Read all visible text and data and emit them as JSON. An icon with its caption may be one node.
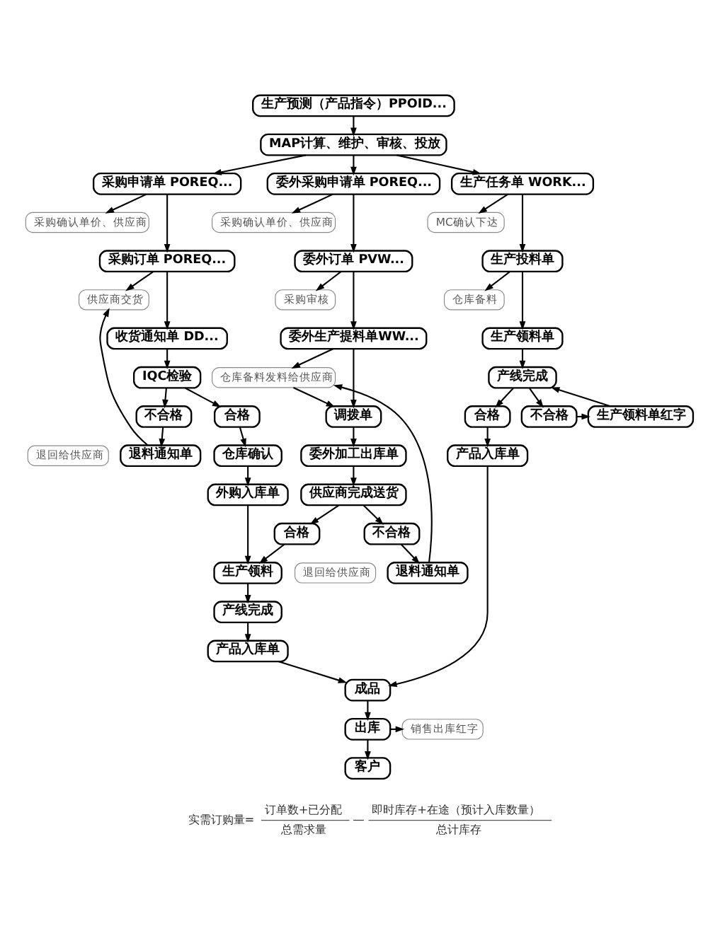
{
  "diagram": {
    "nodes": [
      {
        "text": [
          "生产预测（产品指令）PPOID..."
        ]
      },
      {
        "text": [
          "MAP计算、维护、审核、投放"
        ]
      },
      {
        "text": [
          "采购申请单 POREQ..."
        ]
      },
      {
        "text": [
          "委外采购申请单 POREQ..."
        ]
      },
      {
        "text": [
          "生产任务单 WORK..."
        ]
      },
      {
        "text": [
          "采购确认单价、供应商"
        ]
      },
      {
        "text": [
          "采购确认单价、供应商"
        ]
      },
      {
        "text": [
          "MC确认下达"
        ]
      },
      {
        "text": [
          "采购订单 POREQ..."
        ]
      },
      {
        "text": [
          "委外订单 PVW..."
        ]
      },
      {
        "text": [
          "生产投料单"
        ]
      },
      {
        "text": [
          "供应商交货"
        ]
      },
      {
        "text": [
          "采购审核"
        ]
      },
      {
        "text": [
          "仓库备料"
        ]
      },
      {
        "text": [
          "收货通知单 DD..."
        ]
      },
      {
        "text": [
          "委外生产提料单WW..."
        ]
      },
      {
        "text": [
          "生产领料单"
        ]
      },
      {
        "text": [
          "退料通知单"
        ]
      },
      {
        "text": [
          "退回给供应商"
        ]
      },
      {
        "text": [
          "仓库备料发料给供应商"
        ]
      },
      {
        "text": [
          "生产领料单红字"
        ]
      },
      {
        "text": [
          "产线完成"
        ]
      },
      {
        "text": [
          "IQC检验"
        ]
      },
      {
        "text": [
          "调拨单"
        ]
      },
      {
        "text": [
          "委外加工出库单"
        ]
      },
      {
        "text": [
          "退料通知单"
        ]
      },
      {
        "text": [
          "退回给供应商"
        ]
      },
      {
        "text": [
          "合格"
        ]
      },
      {
        "text": [
          "不合格"
        ]
      },
      {
        "text": [
          "合格"
        ]
      },
      {
        "text": [
          "不合格"
        ]
      },
      {
        "text": [
          "供应商完成送货"
        ]
      },
      {
        "text": [
          "产品入库单"
        ]
      },
      {
        "text": [
          "仓库确认"
        ]
      },
      {
        "text": [
          "外购入库单"
        ]
      },
      {
        "text": [
          "合格"
        ]
      },
      {
        "text": [
          "不合格"
        ]
      },
      {
        "text": [
          "生产领料"
        ]
      },
      {
        "text": [
          "产线完成"
        ]
      },
      {
        "text": [
          "产品入库单"
        ]
      },
      {
        "text": [
          "成品"
        ]
      },
      {
        "text": [
          "销售出库红字"
        ]
      },
      {
        "text": [
          "出库"
        ]
      },
      {
        "text": [
          "客户"
        ]
      }
    ],
    "edges": [
      {
        "from": 0,
        "to": 1,
        "arrow": "to"
      },
      {
        "from": 1,
        "to": 2,
        "arrow": "to"
      },
      {
        "from": 1,
        "to": 3,
        "arrow": "to"
      },
      {
        "from": 1,
        "to": 4,
        "arrow": "to"
      },
      {
        "from": 2,
        "to": 5,
        "arrow": "to"
      },
      {
        "from": 2,
        "to": 8,
        "arrow": "to"
      },
      {
        "from": 3,
        "to": 6,
        "arrow": "to"
      },
      {
        "from": 3,
        "to": 9,
        "arrow": "to"
      },
      {
        "from": 4,
        "to": 7,
        "arrow": "to"
      },
      {
        "from": 4,
        "to": 10,
        "arrow": "to"
      },
      {
        "from": 8,
        "to": 11,
        "arrow": "to"
      },
      {
        "from": 8,
        "to": 14,
        "arrow": "to"
      },
      {
        "from": 9,
        "to": 12,
        "arrow": "to"
      },
      {
        "from": 9,
        "to": 15,
        "arrow": "to"
      },
      {
        "from": 10,
        "to": 13,
        "arrow": "to"
      },
      {
        "from": 10,
        "to": 16,
        "arrow": "to"
      },
      {
        "from": 14,
        "to": 22,
        "arrow": "to"
      },
      {
        "from": 22,
        "to": 29,
        "arrow": "to"
      },
      {
        "from": 22,
        "to": 30,
        "arrow": "to"
      },
      {
        "from": 30,
        "to": 17,
        "arrow": "to"
      },
      {
        "from": 17,
        "to": 11,
        "arrow": "to"
      },
      {
        "from": 29,
        "to": 33,
        "arrow": "to"
      },
      {
        "from": 33,
        "to": 34,
        "arrow": "to"
      },
      {
        "from": 15,
        "to": 19,
        "arrow": "to"
      },
      {
        "from": 15,
        "to": 23,
        "arrow": "to"
      },
      {
        "from": 19,
        "to": 23,
        "arrow": "to"
      },
      {
        "from": 23,
        "to": 24,
        "arrow": "to"
      },
      {
        "from": 24,
        "to": 31,
        "arrow": "to"
      },
      {
        "from": 31,
        "to": 35,
        "arrow": "to"
      },
      {
        "from": 31,
        "to": 36,
        "arrow": "to"
      },
      {
        "from": 36,
        "to": 25,
        "arrow": "to"
      },
      {
        "from": 25,
        "to": 19,
        "arrow": "to"
      },
      {
        "from": 16,
        "to": 21,
        "arrow": "to"
      },
      {
        "from": 20,
        "to": 21,
        "arrow": "to"
      },
      {
        "from": 21,
        "to": 27,
        "arrow": "to"
      },
      {
        "from": 21,
        "to": 28,
        "arrow": "to"
      },
      {
        "from": 28,
        "to": 20,
        "arrow": "to"
      },
      {
        "from": 27,
        "to": 32,
        "arrow": "to"
      },
      {
        "from": 34,
        "to": 37,
        "arrow": "to"
      },
      {
        "from": 35,
        "to": 37,
        "arrow": "to"
      },
      {
        "from": 37,
        "to": 38,
        "arrow": "to"
      },
      {
        "from": 38,
        "to": 39,
        "arrow": "to"
      },
      {
        "from": 39,
        "to": 40,
        "arrow": "to"
      },
      {
        "from": 32,
        "to": 40,
        "arrow": "to"
      },
      {
        "from": 40,
        "to": 42,
        "arrow": "to"
      },
      {
        "from": 42,
        "to": 41,
        "arrow": "to"
      },
      {
        "from": 42,
        "to": 43,
        "arrow": "to"
      }
    ],
    "labels": [
      "实需订购量=",
      "订单数+已分配",
      "总需求量",
      "—",
      "即时库存+在途（预计入库数量）",
      "总计库存"
    ]
  }
}
